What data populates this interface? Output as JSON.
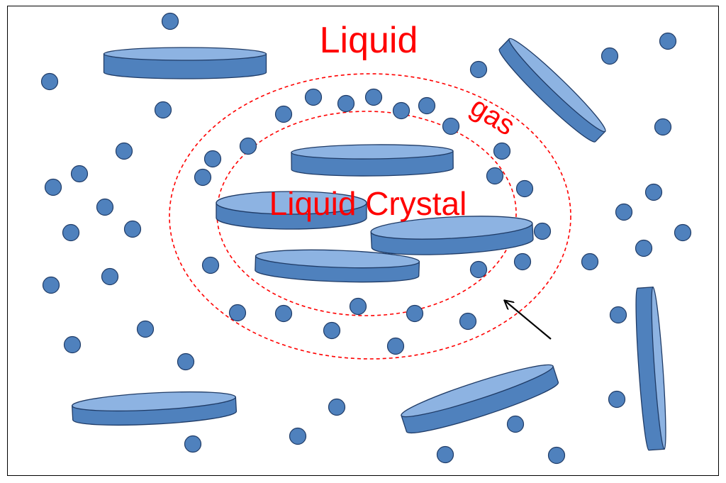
{
  "labels": {
    "liquid": "Liquid",
    "gas": "gas",
    "liquid_crystal": "Liquid Crystal"
  },
  "colors": {
    "molecule_fill": "#4f81bd",
    "molecule_top": "#8db3e2",
    "molecule_stroke": "#1f3b66",
    "label": "#ff0000",
    "boundary": "#ff0000",
    "arrow": "#000000"
  }
}
